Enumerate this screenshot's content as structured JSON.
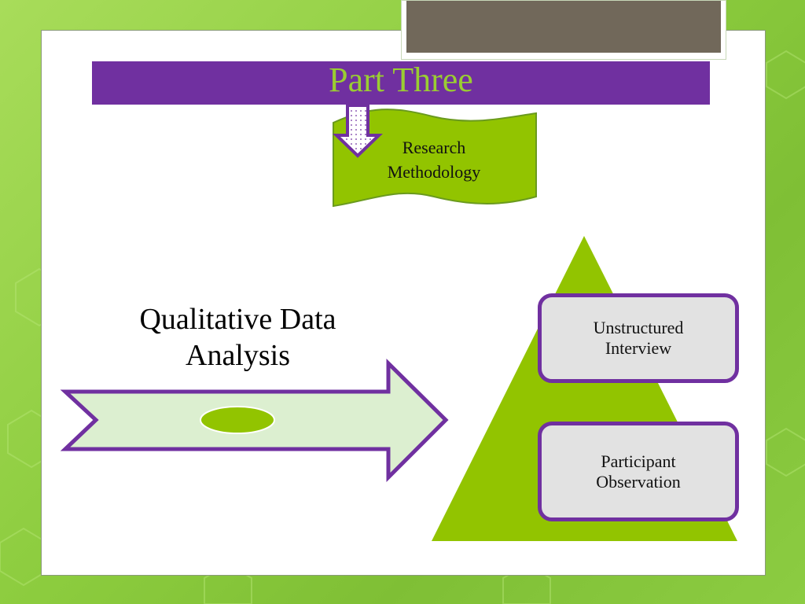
{
  "slide": {
    "title": "Part Three",
    "scroll_label": "Research Methodology",
    "left_label": "Qualitative Data Analysis",
    "pyramid_items": [
      "Unstructured Interview",
      "Participant Observation"
    ]
  },
  "colors": {
    "title_bar": "#7030a0",
    "title_text": "#9acd32",
    "accent_green": "#92c400",
    "accent_purple": "#7030a0",
    "arrow_fill": "#dcefd0",
    "box_fill": "#e2e2e2",
    "background_green": "#8ccc3e"
  }
}
